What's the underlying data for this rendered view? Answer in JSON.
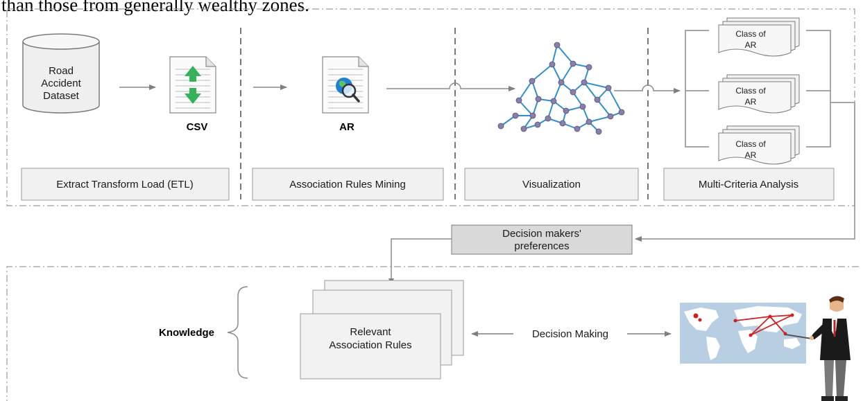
{
  "page_text": "than those from generally wealthy zones.",
  "pipeline": {
    "stages": [
      "Extract Transform Load (ETL)",
      "Association Rules Mining",
      "Visualization",
      "Multi-Criteria Analysis"
    ],
    "dataset_lines": [
      "Road",
      "Accident",
      "Dataset"
    ],
    "csv_label": "CSV",
    "ar_label": "AR",
    "class_lines": [
      "Class of",
      "AR"
    ]
  },
  "preferences_lines": [
    "Decision makers'",
    "preferences"
  ],
  "knowledge": {
    "label": "Knowledge",
    "relevant_lines": [
      "Relevant",
      "Association Rules"
    ],
    "decision_label": "Decision Making"
  },
  "colors": {
    "box_fill": "#f1f1f1",
    "pref_fill": "#d9d9d9",
    "network_edge": "#2f8fd0",
    "network_node": "#8a7fa8",
    "map_bg": "#b8cfe3",
    "map_land": "#ffffff",
    "csv_arrow": "#35b25a",
    "globe": "#1f7fd0"
  },
  "icons": [
    "database-icon",
    "csv-file-icon",
    "ar-file-icon",
    "network-graph-icon",
    "world-map-icon",
    "presenter-person-icon"
  ]
}
